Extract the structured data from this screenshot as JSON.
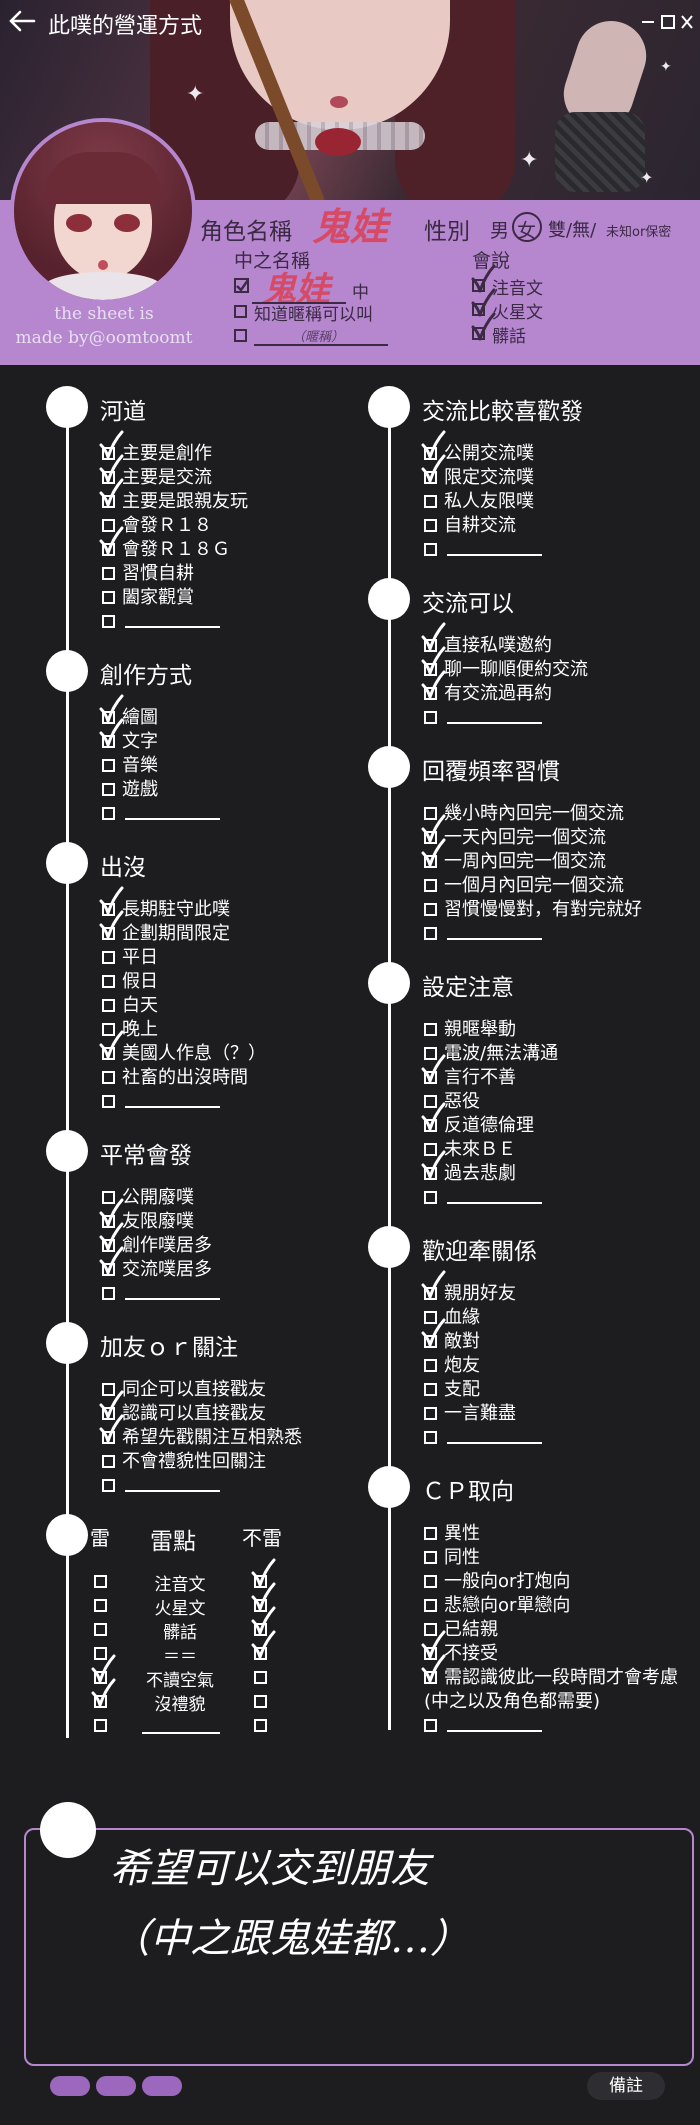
{
  "window": {
    "title": "此噗的營運方式"
  },
  "profile": {
    "credit_line1": "the sheet is",
    "credit_line2": "made by@oomtoomt",
    "role_name_label": "角色名稱",
    "role_name_value": "鬼娃",
    "gender_label": "性別",
    "gender_options": [
      "男",
      "女",
      "雙/無/",
      "未知or保密"
    ],
    "gender_selected": "女",
    "player_name_label": "中之名稱",
    "player_name_value": "鬼娃",
    "player_name_suffix": "中",
    "nickname_ok": "知道暱稱可以叫",
    "nickname_note": "（暱稱）",
    "languages_label": "會說",
    "languages": [
      {
        "label": "注音文",
        "checked": true
      },
      {
        "label": "火星文",
        "checked": true
      },
      {
        "label": "髒話",
        "checked": true
      }
    ]
  },
  "left_sections": [
    {
      "title": "河道",
      "items": [
        {
          "label": "主要是創作",
          "checked": true
        },
        {
          "label": "主要是交流",
          "checked": true
        },
        {
          "label": "主要是跟親友玩",
          "checked": true
        },
        {
          "label": "會發Ｒ１８",
          "checked": false
        },
        {
          "label": "會發Ｒ１８Ｇ",
          "checked": true
        },
        {
          "label": "習慣自耕",
          "checked": false
        },
        {
          "label": "闔家觀賞",
          "checked": false
        },
        {
          "label": "",
          "checked": false
        }
      ]
    },
    {
      "title": "創作方式",
      "items": [
        {
          "label": "繪圖",
          "checked": true
        },
        {
          "label": "文字",
          "checked": true
        },
        {
          "label": "音樂",
          "checked": false
        },
        {
          "label": "遊戲",
          "checked": false
        },
        {
          "label": "",
          "checked": false
        }
      ]
    },
    {
      "title": "出沒",
      "items": [
        {
          "label": "長期駐守此噗",
          "checked": true
        },
        {
          "label": "企劃期間限定",
          "checked": true
        },
        {
          "label": "平日",
          "checked": false
        },
        {
          "label": "假日",
          "checked": false
        },
        {
          "label": "白天",
          "checked": false
        },
        {
          "label": "晚上",
          "checked": false
        },
        {
          "label": "美國人作息（？）",
          "checked": true
        },
        {
          "label": "社畜的出沒時間",
          "checked": false
        },
        {
          "label": "",
          "checked": false
        }
      ]
    },
    {
      "title": "平常會發",
      "items": [
        {
          "label": "公開廢噗",
          "checked": false
        },
        {
          "label": "友限廢噗",
          "checked": true
        },
        {
          "label": "創作噗居多",
          "checked": true
        },
        {
          "label": "交流噗居多",
          "checked": true
        },
        {
          "label": "",
          "checked": false
        }
      ]
    },
    {
      "title": "加友ｏｒ關注",
      "items": [
        {
          "label": "同企可以直接戳友",
          "checked": false
        },
        {
          "label": "認識可以直接戳友",
          "checked": true
        },
        {
          "label": "希望先戳關注互相熟悉",
          "checked": true
        },
        {
          "label": "不會禮貌性回關注",
          "checked": false
        },
        {
          "label": "",
          "checked": false
        }
      ]
    }
  ],
  "landmines": {
    "head_left": "雷",
    "head_center": "雷點",
    "head_right": "不雷",
    "rows": [
      {
        "label": "注音文",
        "mine": false,
        "ok": true
      },
      {
        "label": "火星文",
        "mine": false,
        "ok": true
      },
      {
        "label": "髒話",
        "mine": false,
        "ok": true
      },
      {
        "label": "＝＝",
        "mine": false,
        "ok": true
      },
      {
        "label": "不讀空氣",
        "mine": true,
        "ok": false
      },
      {
        "label": "沒禮貌",
        "mine": true,
        "ok": false
      },
      {
        "label": "",
        "mine": false,
        "ok": false
      }
    ]
  },
  "right_sections": [
    {
      "title": "交流比較喜歡發",
      "items": [
        {
          "label": "公開交流噗",
          "checked": true
        },
        {
          "label": "限定交流噗",
          "checked": true
        },
        {
          "label": "私人友限噗",
          "checked": false
        },
        {
          "label": "自耕交流",
          "checked": false
        },
        {
          "label": "",
          "checked": false
        }
      ]
    },
    {
      "title": "交流可以",
      "items": [
        {
          "label": "直接私噗邀約",
          "checked": true
        },
        {
          "label": "聊一聊順便約交流",
          "checked": true
        },
        {
          "label": "有交流過再約",
          "checked": true
        },
        {
          "label": "",
          "checked": false
        }
      ]
    },
    {
      "title": "回覆頻率習慣",
      "items": [
        {
          "label": "幾小時內回完一個交流",
          "checked": false
        },
        {
          "label": "一天內回完一個交流",
          "checked": true
        },
        {
          "label": "一周內回完一個交流",
          "checked": true
        },
        {
          "label": "一個月內回完一個交流",
          "checked": false
        },
        {
          "label": "習慣慢慢對，有對完就好",
          "checked": false
        },
        {
          "label": "",
          "checked": false
        }
      ]
    },
    {
      "title": "設定注意",
      "items": [
        {
          "label": "親暱舉動",
          "checked": false
        },
        {
          "label": "電波/無法溝通",
          "checked": false
        },
        {
          "label": "言行不善",
          "checked": true
        },
        {
          "label": "惡役",
          "checked": false
        },
        {
          "label": "反道德倫理",
          "checked": true
        },
        {
          "label": "未來ＢＥ",
          "checked": false
        },
        {
          "label": "過去悲劇",
          "checked": true
        },
        {
          "label": "",
          "checked": false
        }
      ]
    },
    {
      "title": "歡迎牽關係",
      "items": [
        {
          "label": "親朋好友",
          "checked": true
        },
        {
          "label": "血緣",
          "checked": false
        },
        {
          "label": "敵對",
          "checked": true
        },
        {
          "label": "炮友",
          "checked": false
        },
        {
          "label": "支配",
          "checked": false
        },
        {
          "label": "一言難盡",
          "checked": false
        },
        {
          "label": "",
          "checked": false
        }
      ]
    },
    {
      "title": "ＣＰ取向",
      "items": [
        {
          "label": "異性",
          "checked": false
        },
        {
          "label": "同性",
          "checked": false
        },
        {
          "label": "一般向or打炮向",
          "checked": false
        },
        {
          "label": "悲戀向or單戀向",
          "checked": false
        },
        {
          "label": "已結親",
          "checked": false
        },
        {
          "label": "不接受",
          "checked": true
        },
        {
          "label": "需認識彼此一段時間才會考慮",
          "checked": true
        },
        {
          "label": "(中之以及角色都需要)",
          "checked": false,
          "no_box": true
        },
        {
          "label": "",
          "checked": false
        }
      ]
    }
  ],
  "notes": {
    "line1": "希望可以交到朋友",
    "line2": "（中之跟鬼娃都…）"
  },
  "footer": {
    "remark_button": "備註"
  },
  "colors": {
    "band": "#b687cf",
    "background": "#1d1c1f",
    "accent_handwriting": "#d64a66"
  }
}
